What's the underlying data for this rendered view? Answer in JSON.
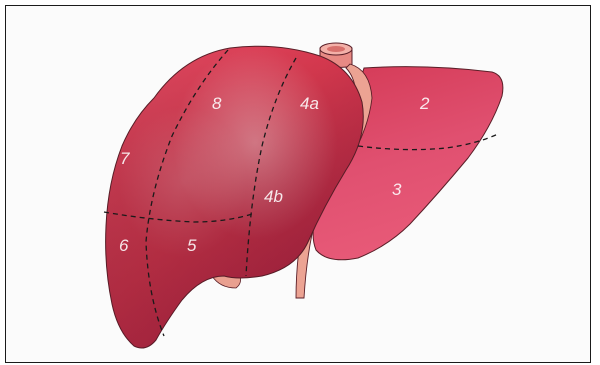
{
  "diagram": {
    "segments": [
      {
        "id": "seg-2",
        "label": "2"
      },
      {
        "id": "seg-3",
        "label": "3"
      },
      {
        "id": "seg-4a",
        "label": "4a"
      },
      {
        "id": "seg-4b",
        "label": "4b"
      },
      {
        "id": "seg-5",
        "label": "5"
      },
      {
        "id": "seg-6",
        "label": "6"
      },
      {
        "id": "seg-7",
        "label": "7"
      },
      {
        "id": "seg-8",
        "label": "8"
      }
    ],
    "colors": {
      "right_lobe": "#d63a55",
      "right_lobe_dark": "#a81f40",
      "left_lobe": "#d84560",
      "ligament": "#eca393",
      "vessel": "#e88a84",
      "outline": "#5a1f28",
      "divider": "#1a1a1a"
    }
  }
}
